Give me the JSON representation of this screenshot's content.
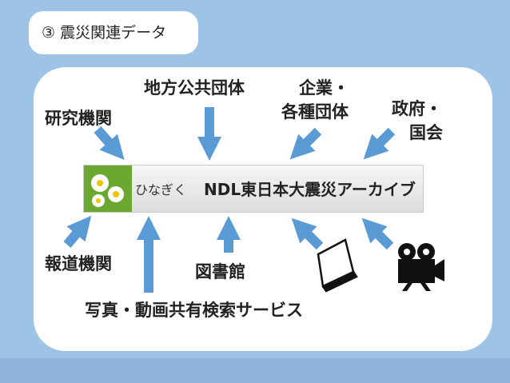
{
  "title": "③ 震災関連データ",
  "banner": {
    "hiragana": "ひなぎく",
    "name": "NDL東日本大震災アーカイブ"
  },
  "sources_top": {
    "research": "研究機関",
    "local_gov": "地方公共団体",
    "companies_line1": "企業・",
    "companies_line2": "各種団体",
    "government_line1": "政府・",
    "government_line2": "国会"
  },
  "sources_bottom": {
    "press": "報道機関",
    "library": "図書館",
    "photo_video": "写真・動画共有検索サービス"
  },
  "icons": [
    "book-icon",
    "movie-camera-icon",
    "daisy-logo-icon"
  ],
  "colors": {
    "background": "#9dc3e6",
    "arrow": "#5b9bd5",
    "panel": "#ffffff"
  }
}
